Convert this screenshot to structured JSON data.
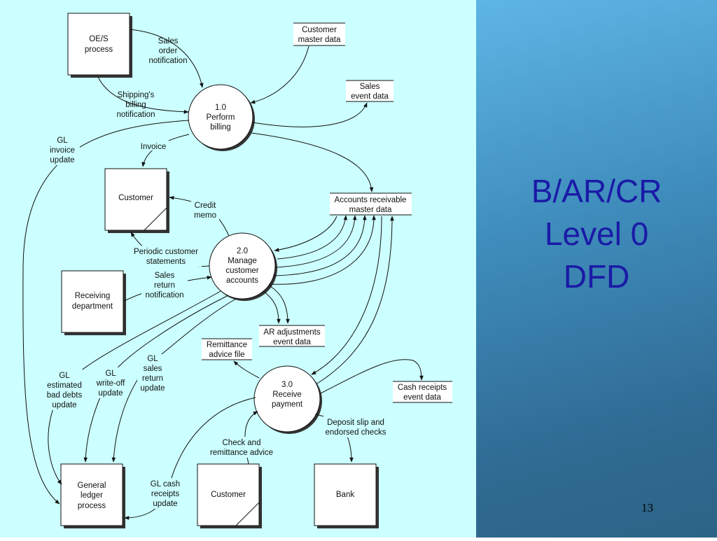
{
  "title": {
    "line1": "B/AR/CR",
    "line2": "Level 0",
    "line3": "DFD"
  },
  "page_number": "13",
  "colors": {
    "diagram_background": "#ccffff",
    "title_color": "#1a1aa6",
    "side_gradient_top": "#5eb6e6",
    "side_gradient_bottom": "#2c6486"
  },
  "entities": {
    "oes": [
      "OE/S",
      "process"
    ],
    "customer_top": [
      "Customer"
    ],
    "receiving": [
      "Receiving",
      "department"
    ],
    "general_ledger": [
      "General",
      "ledger",
      "process"
    ],
    "customer_bottom": [
      "Customer"
    ],
    "bank": [
      "Bank"
    ]
  },
  "processes": {
    "p1": [
      "1.0",
      "Perform",
      "billing"
    ],
    "p2": [
      "2.0",
      "Manage",
      "customer",
      "accounts"
    ],
    "p3": [
      "3.0",
      "Receive",
      "payment"
    ]
  },
  "data_stores": {
    "customer_master": [
      "Customer",
      "master data"
    ],
    "sales_event": [
      "Sales",
      "event data"
    ],
    "ar_master": [
      "Accounts receivable",
      "master data"
    ],
    "ar_adjustments": [
      "AR adjustments",
      "event data"
    ],
    "remittance_file": [
      "Remittance",
      "advice file"
    ],
    "cash_receipts": [
      "Cash receipts",
      "event data"
    ]
  },
  "flows": {
    "sales_order": [
      "Sales",
      "order",
      "notification"
    ],
    "shipping_billing": [
      "Shipping's",
      "billing",
      "notification"
    ],
    "gl_invoice": [
      "GL",
      "invoice",
      "update"
    ],
    "invoice": [
      "Invoice"
    ],
    "credit_memo": [
      "Credit",
      "memo"
    ],
    "periodic_statements": [
      "Periodic customer",
      "statements"
    ],
    "sales_return": [
      "Sales",
      "return",
      "notification"
    ],
    "gl_bad_debts": [
      "GL",
      "estimated",
      "bad debts",
      "update"
    ],
    "gl_writeoff": [
      "GL",
      "write-off",
      "update"
    ],
    "gl_sales_return": [
      "GL",
      "sales",
      "return",
      "update"
    ],
    "check_remittance": [
      "Check and",
      "remittance advice"
    ],
    "deposit_slip": [
      "Deposit slip and",
      "endorsed checks"
    ],
    "gl_cash": [
      "GL cash",
      "receipts",
      "update"
    ]
  }
}
